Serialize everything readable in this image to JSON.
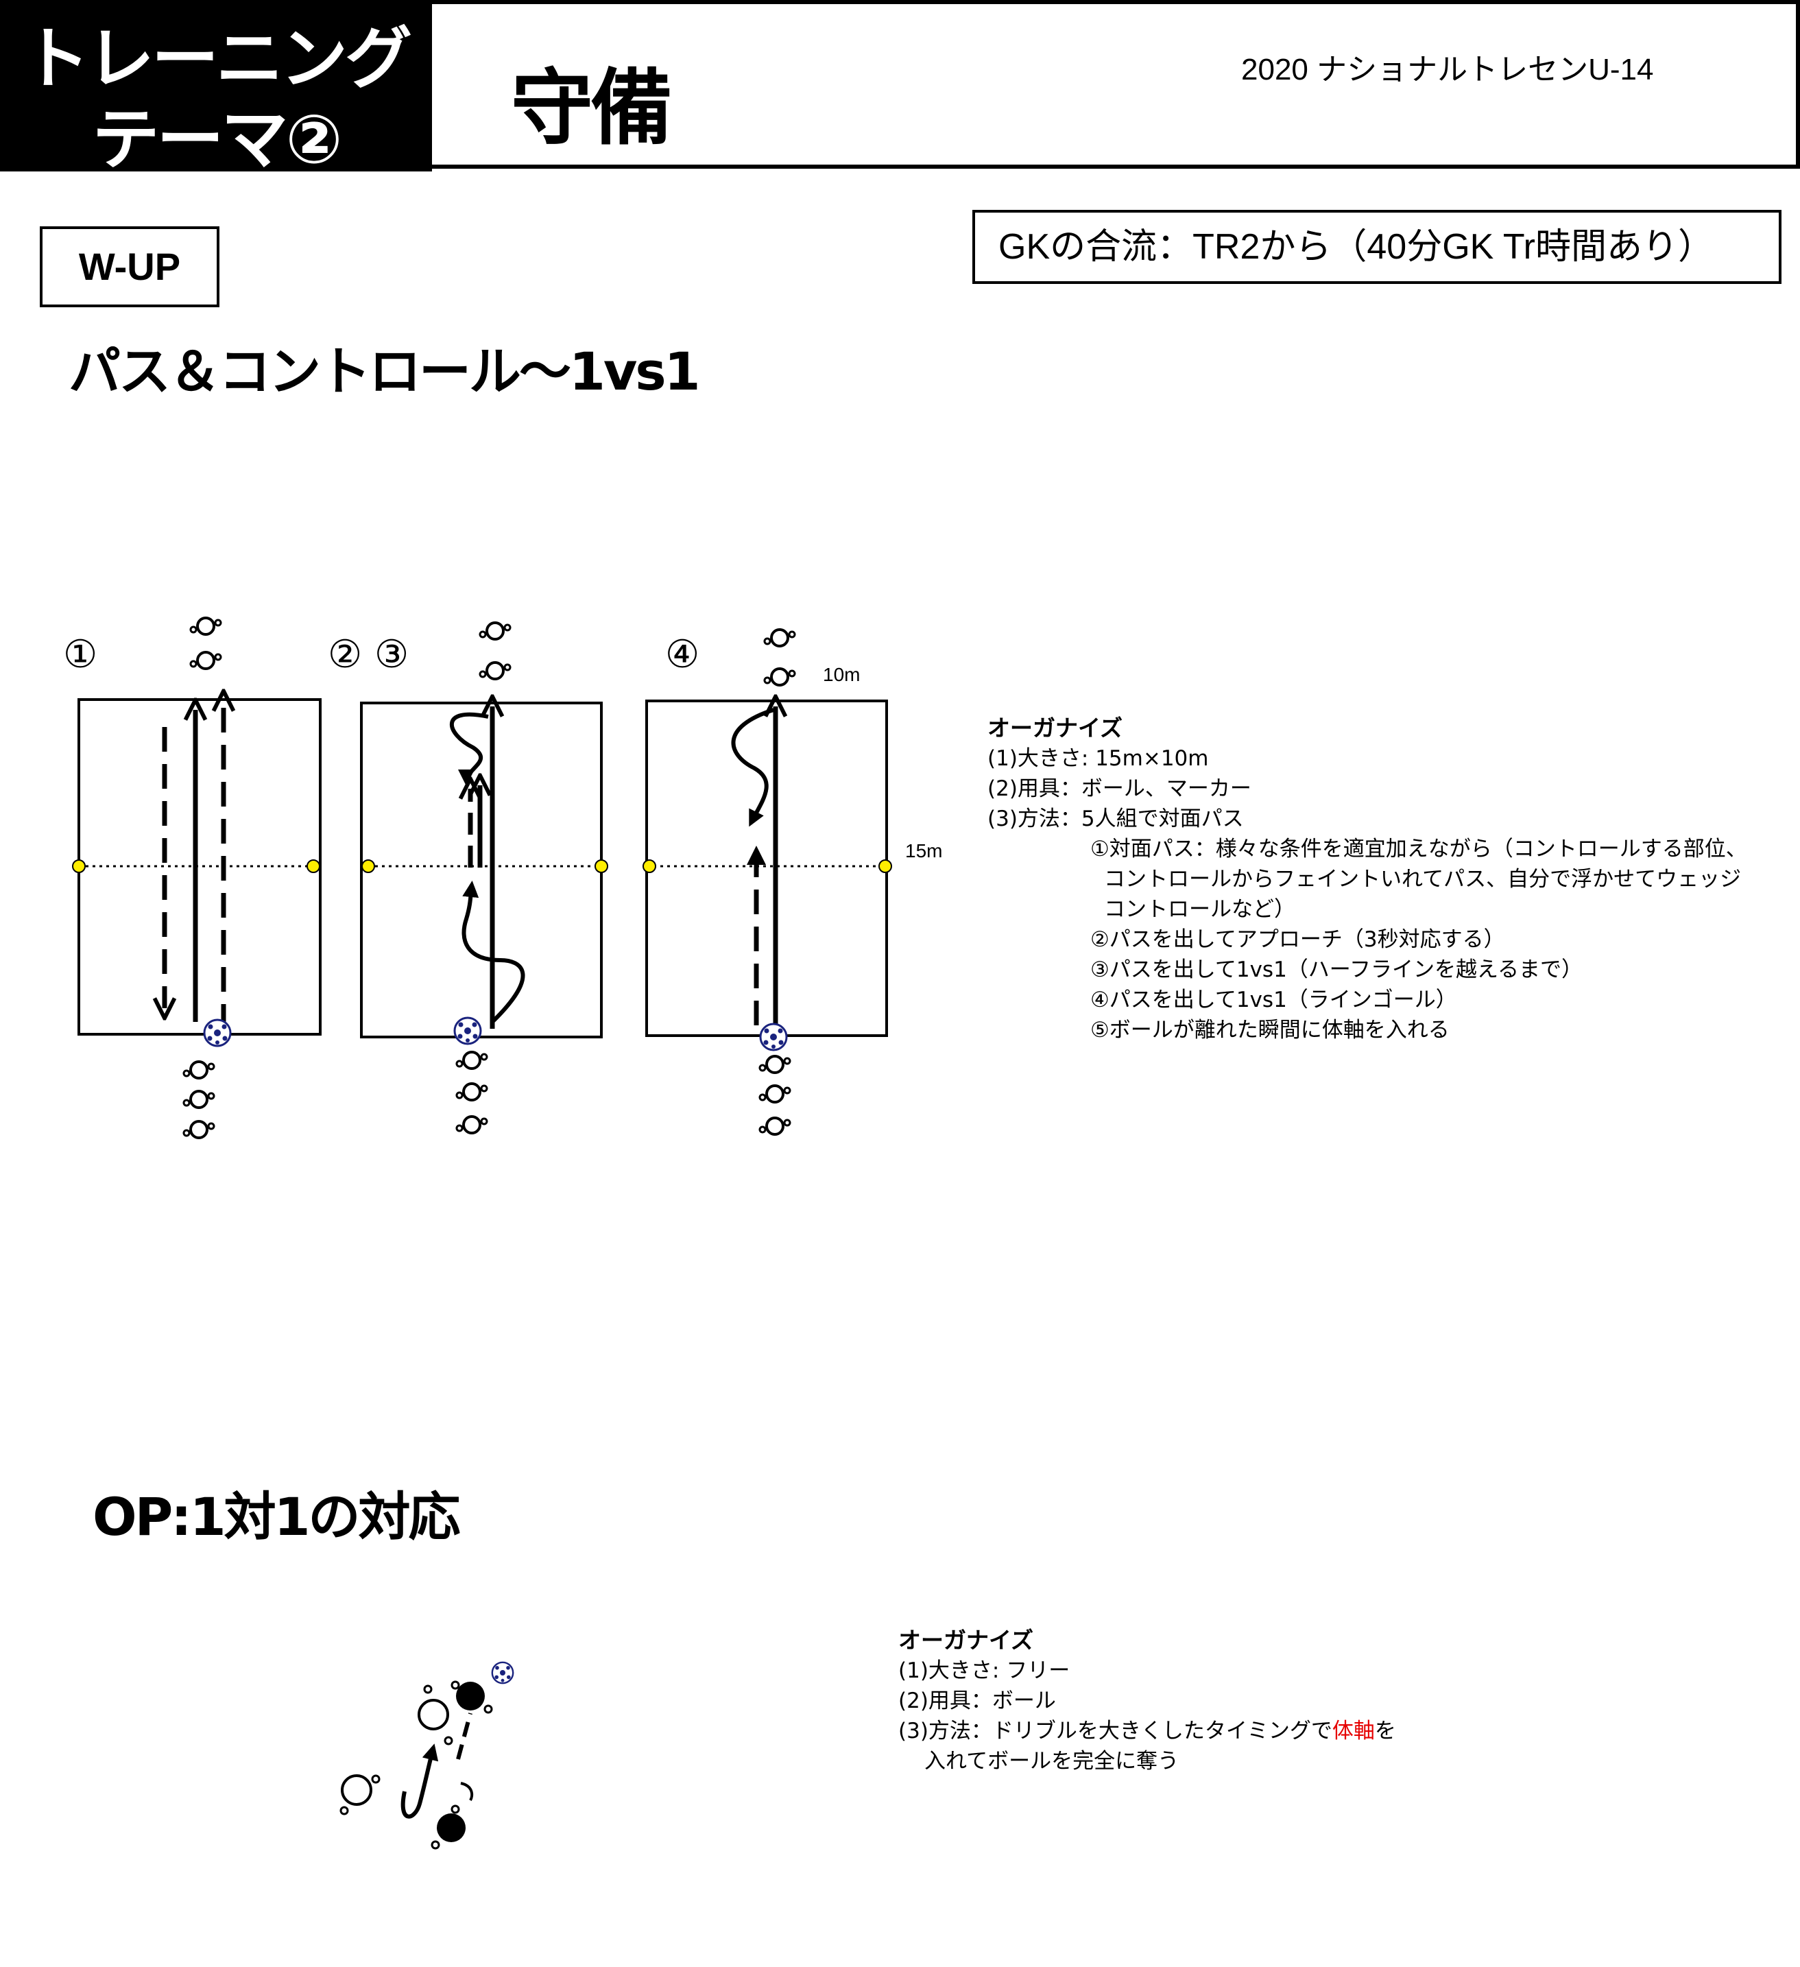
{
  "header": {
    "theme_line1": "トレーニング",
    "theme_line2": "テーマ②",
    "title": "守備",
    "event": "2020 ナショナルトレセンU-14"
  },
  "wup_label": "W-UP",
  "gk_note": "GKの合流：TR2から（40分GK Tr時間あり）",
  "section1": {
    "title": "パス＆コントロール～1vs1",
    "drill_labels": [
      "①",
      "② ③",
      "④"
    ],
    "dim_width": "10m",
    "dim_length": "15m",
    "organize": {
      "heading": "オーガナイズ",
      "lines": [
        "(1)大きさ: 15m×10m",
        "(2)用具：ボール、マーカー",
        "(3)方法：5人組で対面パス"
      ],
      "sub_lines": [
        "①対面パス：様々な条件を適宜加えながら（コントロールする部位、",
        "コントロールからフェイントいれてパス、自分で浮かせてウェッジ",
        "コントロールなど）",
        "②パスを出してアプローチ（3秒対応する）",
        "③パスを出して1vs1（ハーフラインを越えるまで）",
        "④パスを出して1vs1（ラインゴール）",
        "⑤ボールが離れた瞬間に体軸を入れる"
      ]
    }
  },
  "section2": {
    "title": "OP:1対1の対応",
    "organize": {
      "heading": "オーガナイズ",
      "line1": "(1)大きさ: フリー",
      "line2": "(2)用具：ボール",
      "line3_pre": "(3)方法：ドリブルを大きくしたタイミングで",
      "line3_red": "体軸",
      "line3_post": "を",
      "line4": "入れてボールを完全に奪う"
    }
  },
  "colors": {
    "accent_red": "#e60000",
    "marker_yellow": "#ffee00",
    "ball_blue": "#1a237e"
  }
}
